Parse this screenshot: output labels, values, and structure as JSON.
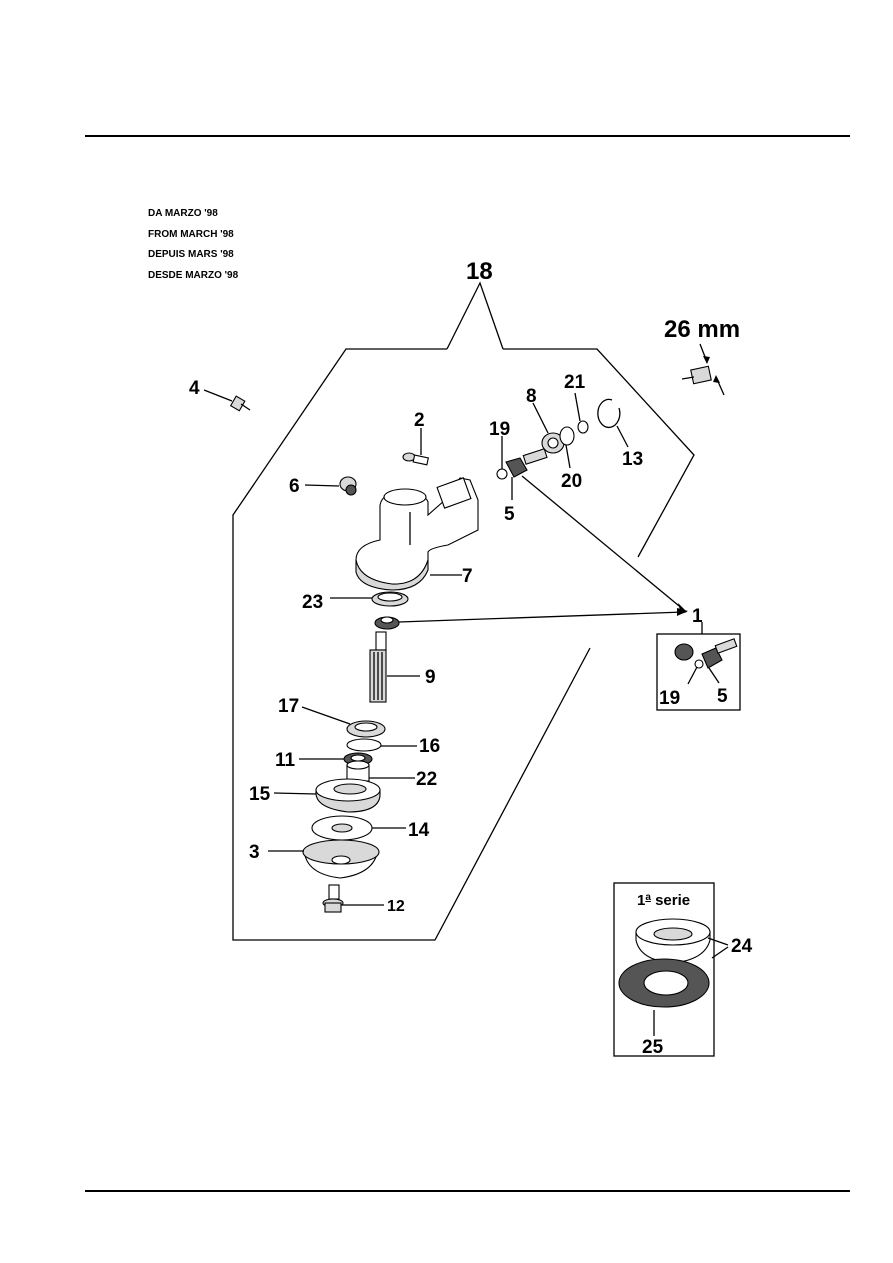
{
  "header_dates": [
    "DA MARZO '98",
    "FROM MARCH '98",
    "DEPUIS MARS '98",
    "DESDE MARZO '98"
  ],
  "callouts": {
    "n1": "1",
    "n2": "2",
    "n3": "3",
    "n4": "4",
    "n5": "5",
    "n6": "6",
    "n7": "7",
    "n8": "8",
    "n9": "9",
    "n11": "11",
    "n12": "12",
    "n13": "13",
    "n14": "14",
    "n15": "15",
    "n16": "16",
    "n17": "17",
    "n18": "18",
    "n19": "19",
    "n20": "20",
    "n21": "21",
    "n22": "22",
    "n23": "23",
    "n24": "24",
    "n25": "25"
  },
  "dimension_label": "26 mm",
  "inset_1": {
    "label_19": "19",
    "label_5": "5"
  },
  "inset_serie": {
    "title_prefix": "1",
    "title_sup": "a",
    "title_suffix": " serie"
  }
}
